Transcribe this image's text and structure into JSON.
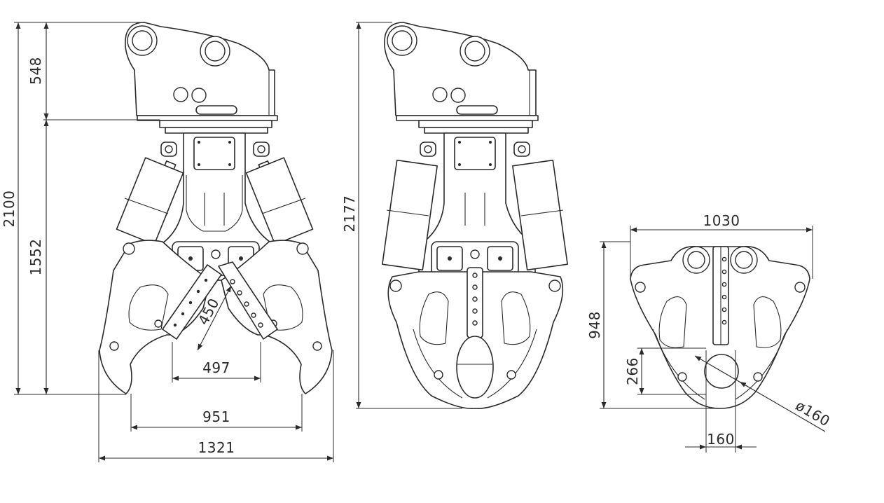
{
  "views": {
    "front": {
      "height_total": "2100",
      "height_top": "548",
      "height_bottom": "1552",
      "jaw_length": "450",
      "jaw_throat": "497",
      "opening_width": "951",
      "overall_width": "1321"
    },
    "side": {
      "height_total": "2177"
    },
    "bottom": {
      "width": "1030",
      "height": "948",
      "offset": "266",
      "slot_width": "160",
      "bore_diameter": "ø160"
    }
  }
}
